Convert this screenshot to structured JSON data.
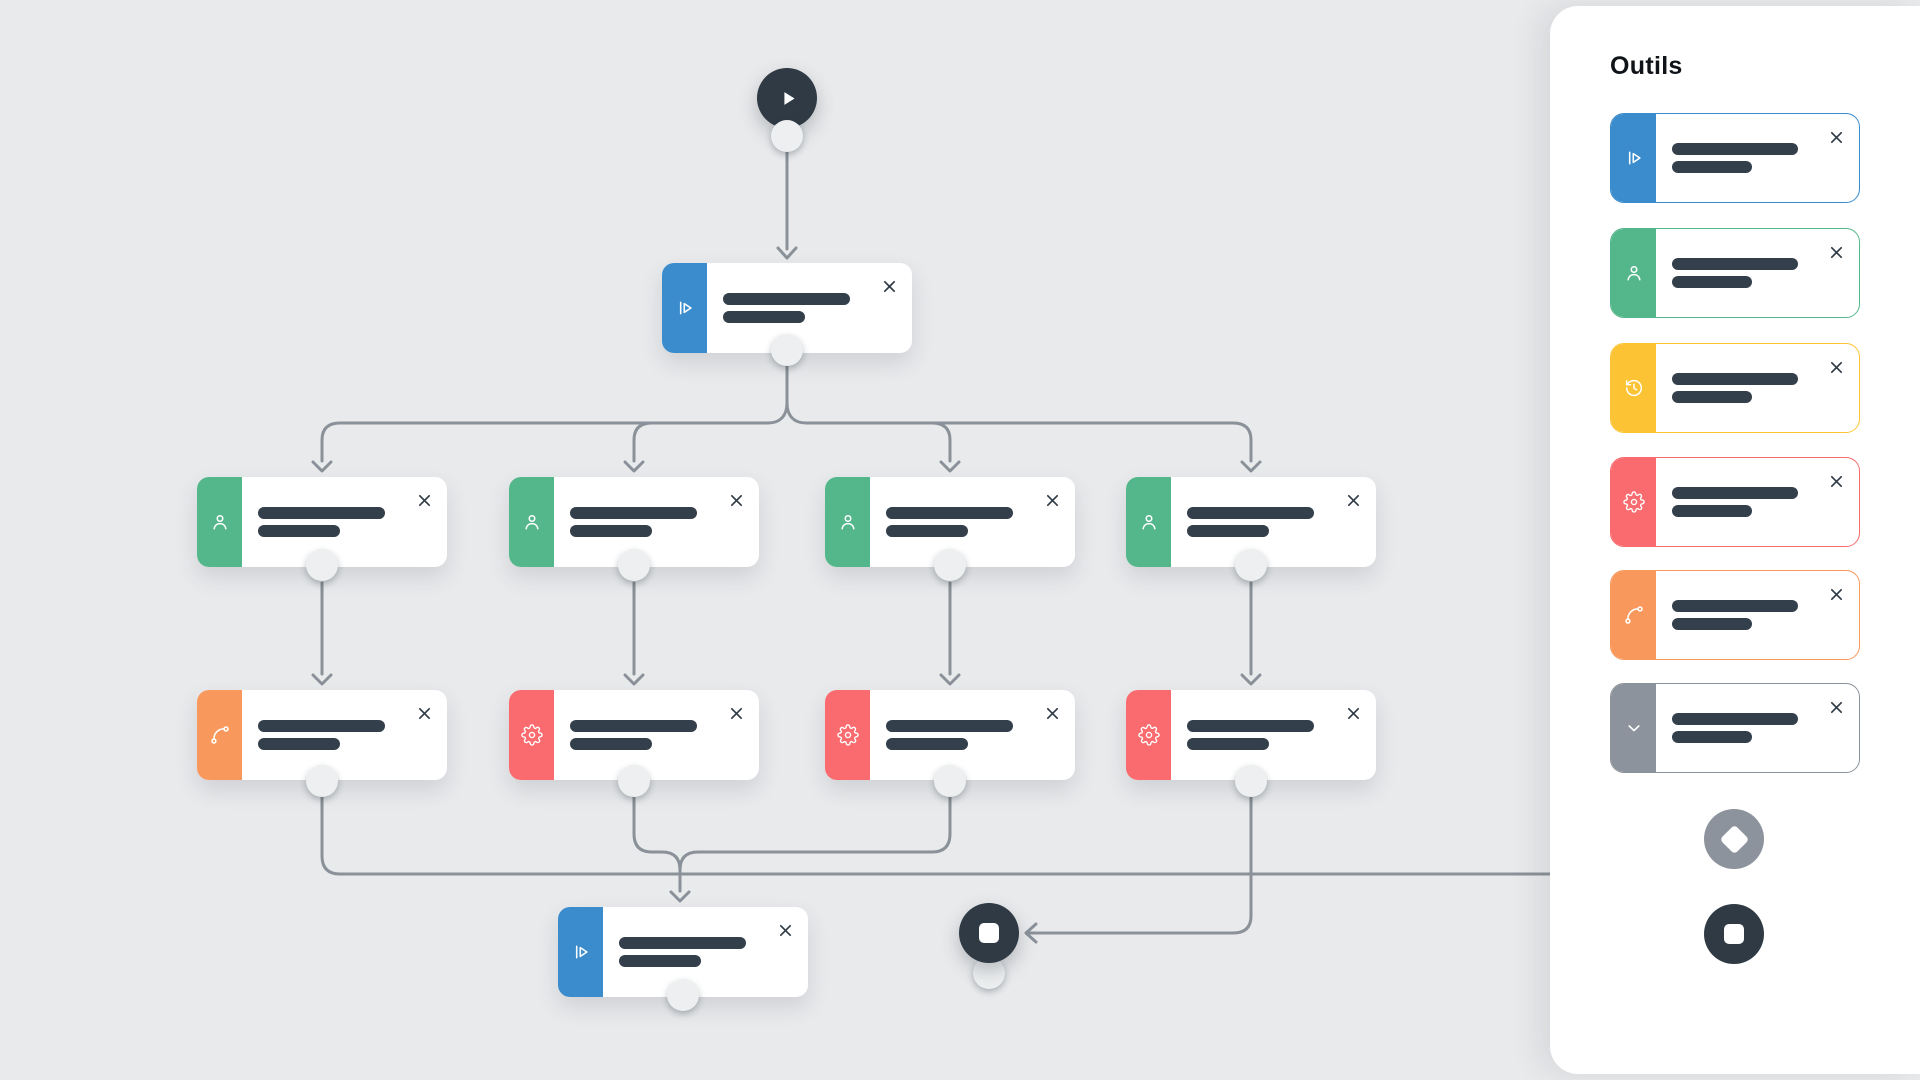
{
  "app": {
    "canvas_background": "#e9eaec",
    "panel_background": "#ffffff"
  },
  "colors": {
    "dark_navy": "#2f3a45",
    "redacted_bar": "#333f4b",
    "edge_line": "#8a9199",
    "port_fill": "#edeff0",
    "blue": "#3a8ccd",
    "green": "#54b78b",
    "yellow": "#fcc335",
    "red": "#f96b6e",
    "orange": "#f9985c",
    "gray": "#8c939c"
  },
  "sidebar": {
    "title": "Outils",
    "tools": [
      {
        "icon": "step-forward-icon",
        "accent": "#3a8ccd",
        "label_redacted": true,
        "label_bars": 2,
        "close_icon": "close-icon"
      },
      {
        "icon": "person-icon",
        "accent": "#54b78b",
        "label_redacted": true,
        "label_bars": 2,
        "close_icon": "close-icon"
      },
      {
        "icon": "history-icon",
        "accent": "#fcc335",
        "label_redacted": true,
        "label_bars": 2,
        "close_icon": "close-icon"
      },
      {
        "icon": "gear-icon",
        "accent": "#f96b6e",
        "label_redacted": true,
        "label_bars": 2,
        "close_icon": "close-icon"
      },
      {
        "icon": "branch-icon",
        "accent": "#f9985c",
        "label_redacted": true,
        "label_bars": 2,
        "close_icon": "close-icon"
      },
      {
        "icon": "chevron-down-icon",
        "accent": "#8c939c",
        "label_redacted": true,
        "label_bars": 2,
        "close_icon": "close-icon"
      }
    ],
    "shape_buttons": [
      {
        "icon": "diamond-icon",
        "background": "#8c939c"
      },
      {
        "icon": "stop-square-icon",
        "background": "#2f3a45"
      }
    ]
  },
  "flow": {
    "start_node": {
      "icon": "play-icon",
      "background": "#2f3a45"
    },
    "stop_node": {
      "icon": "stop-square-icon",
      "background": "#2f3a45"
    },
    "nodes": [
      {
        "id": "step-1",
        "icon": "step-forward-icon",
        "accent": "#3a8ccd",
        "label_redacted": true,
        "label_bars": 2
      },
      {
        "id": "user-1",
        "icon": "person-icon",
        "accent": "#54b78b",
        "label_redacted": true,
        "label_bars": 2
      },
      {
        "id": "user-2",
        "icon": "person-icon",
        "accent": "#54b78b",
        "label_redacted": true,
        "label_bars": 2
      },
      {
        "id": "user-3",
        "icon": "person-icon",
        "accent": "#54b78b",
        "label_redacted": true,
        "label_bars": 2
      },
      {
        "id": "user-4",
        "icon": "person-icon",
        "accent": "#54b78b",
        "label_redacted": true,
        "label_bars": 2
      },
      {
        "id": "branch-1",
        "icon": "branch-icon",
        "accent": "#f9985c",
        "label_redacted": true,
        "label_bars": 2
      },
      {
        "id": "action-1",
        "icon": "gear-icon",
        "accent": "#f96b6e",
        "label_redacted": true,
        "label_bars": 2
      },
      {
        "id": "action-2",
        "icon": "gear-icon",
        "accent": "#f96b6e",
        "label_redacted": true,
        "label_bars": 2
      },
      {
        "id": "action-3",
        "icon": "gear-icon",
        "accent": "#f96b6e",
        "label_redacted": true,
        "label_bars": 2
      },
      {
        "id": "step-2",
        "icon": "step-forward-icon",
        "accent": "#3a8ccd",
        "label_redacted": true,
        "label_bars": 2
      }
    ],
    "edges": [
      {
        "from": "start",
        "to": "step-1"
      },
      {
        "from": "step-1",
        "to": "user-1"
      },
      {
        "from": "step-1",
        "to": "user-2"
      },
      {
        "from": "step-1",
        "to": "user-3"
      },
      {
        "from": "step-1",
        "to": "user-4"
      },
      {
        "from": "user-1",
        "to": "branch-1"
      },
      {
        "from": "user-2",
        "to": "action-1"
      },
      {
        "from": "user-3",
        "to": "action-2"
      },
      {
        "from": "user-4",
        "to": "action-3"
      },
      {
        "from": "branch-1",
        "to": "right-edge-under-panel"
      },
      {
        "from": "action-1",
        "to": "step-2"
      },
      {
        "from": "action-2",
        "to": "step-2"
      },
      {
        "from": "action-3",
        "to": "stop"
      }
    ]
  }
}
